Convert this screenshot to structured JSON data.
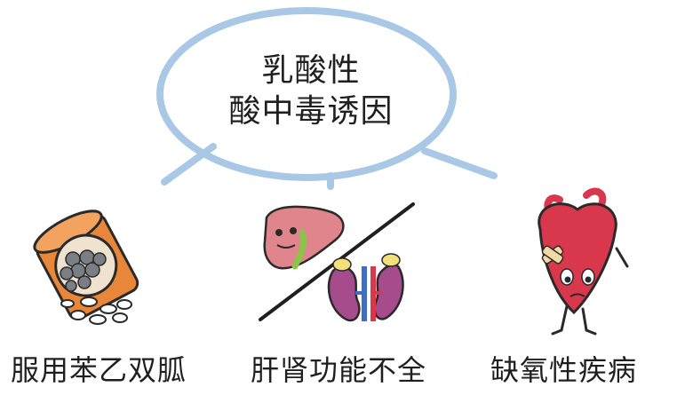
{
  "bubble": {
    "line1": "乳酸性",
    "line2": "酸中毒诱因"
  },
  "causes": [
    {
      "label": "服用苯乙双胍",
      "icon": "pill-bottle-icon"
    },
    {
      "label": "肝肾功能不全",
      "icon": "liver-kidney-icon"
    },
    {
      "label": "缺氧性疾病",
      "icon": "heart-icon"
    }
  ],
  "colors": {
    "bubble_stroke": "#a9c8e6",
    "text": "#1f1f1f",
    "bottle": "#e8873a",
    "liver": "#e0858c",
    "kidney": "#a64c8c",
    "heart": "#d8374c"
  }
}
